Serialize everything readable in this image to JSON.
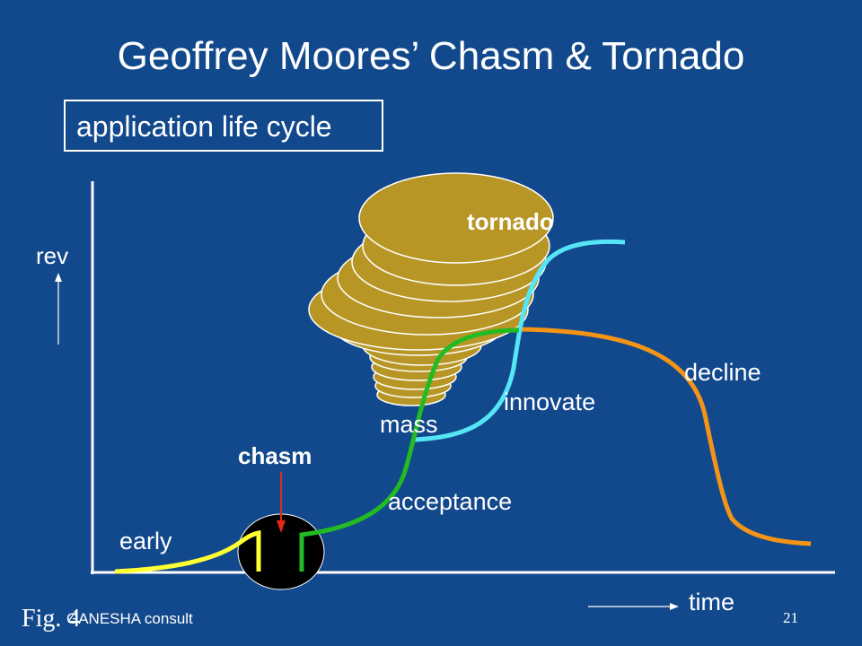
{
  "title": "Geoffrey Moores’ Chasm & Tornado",
  "subtitle": "application life cycle",
  "labels": {
    "rev": "rev",
    "time": "time",
    "tornado": "tornado",
    "chasm": "chasm",
    "early": "early",
    "acceptance": "acceptance",
    "mass": "mass",
    "innovate": "innovate",
    "decline": "decline"
  },
  "footer": {
    "figure": "Fig. 4",
    "company": "GANESHA consult",
    "page_number": "21"
  },
  "colors": {
    "background": "#12498c",
    "early_curve": "#ffff33",
    "acceptance_curve": "#22bb22",
    "innovate_curve": "#55e6f5",
    "decline_curve": "#f39416",
    "tornado": "#b89626",
    "chasm": "#000000",
    "arrow": "#e02a16"
  }
}
